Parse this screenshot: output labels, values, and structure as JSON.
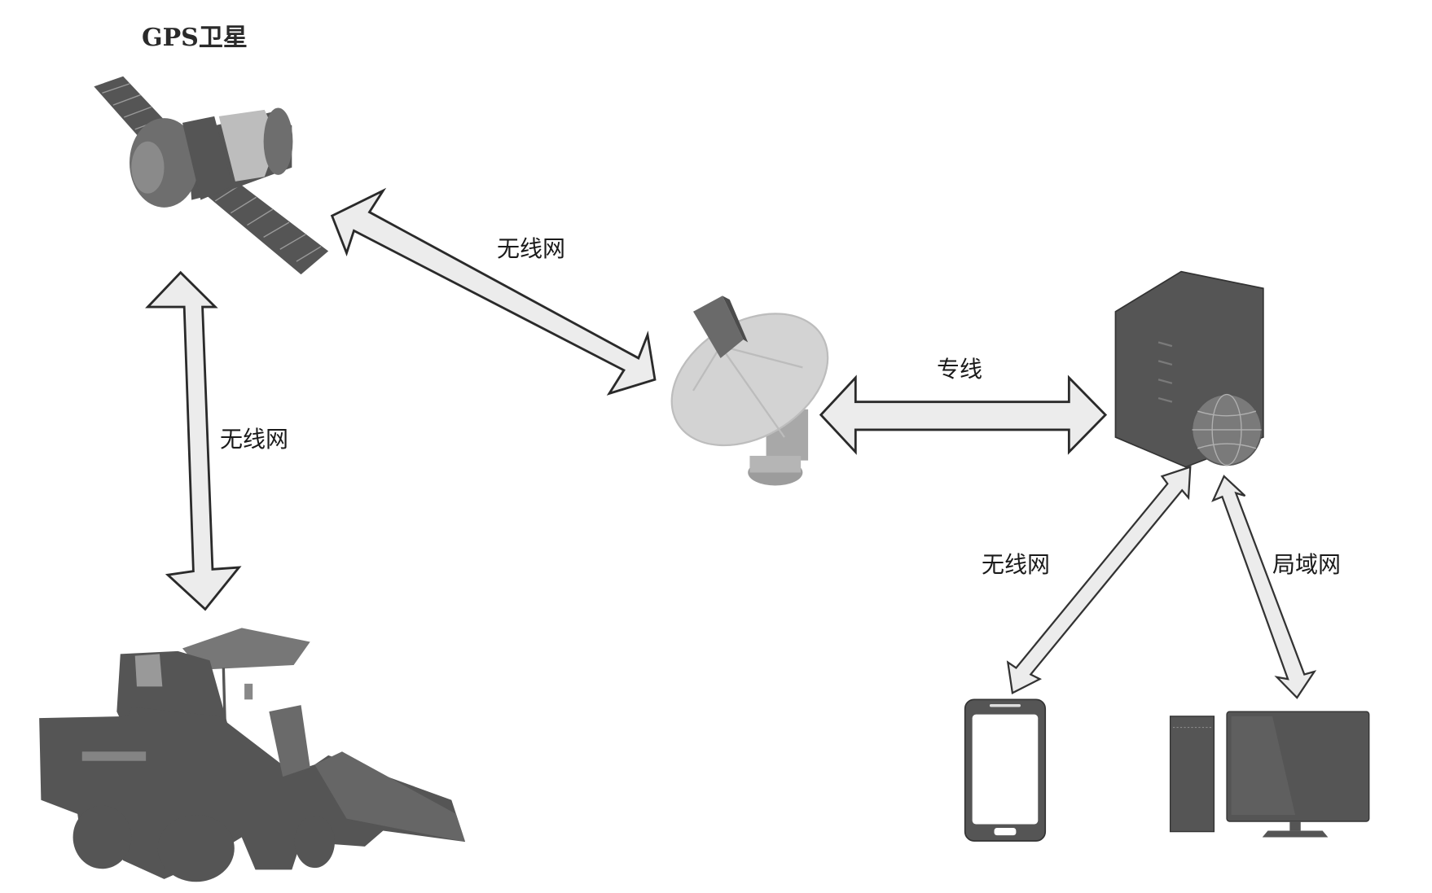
{
  "diagram": {
    "title": "GPS卫星",
    "nodes": [
      {
        "id": "satellite",
        "label": "GPS卫星",
        "icon": "satellite-icon"
      },
      {
        "id": "ground_station",
        "label": "",
        "icon": "satellite-dish-icon"
      },
      {
        "id": "server",
        "label": "",
        "icon": "server-globe-icon"
      },
      {
        "id": "harvester",
        "label": "",
        "icon": "harvester-icon"
      },
      {
        "id": "phone",
        "label": "",
        "icon": "smartphone-icon"
      },
      {
        "id": "desktop",
        "label": "",
        "icon": "desktop-computer-icon"
      }
    ],
    "edges": [
      {
        "from": "satellite",
        "to": "harvester",
        "label": "无线网",
        "bidirectional": true
      },
      {
        "from": "satellite",
        "to": "ground_station",
        "label": "无线网",
        "bidirectional": true
      },
      {
        "from": "ground_station",
        "to": "server",
        "label": "专线",
        "bidirectional": true
      },
      {
        "from": "server",
        "to": "phone",
        "label": "无线网",
        "bidirectional": true
      },
      {
        "from": "server",
        "to": "desktop",
        "label": "局域网",
        "bidirectional": true
      }
    ]
  },
  "colors": {
    "background": "#ffffff",
    "device_dark": "#555555",
    "arrow_fill": "#ececec",
    "outline": "#2a2a2a"
  }
}
